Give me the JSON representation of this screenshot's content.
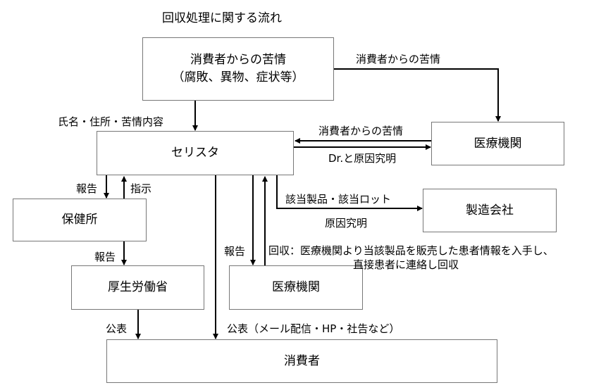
{
  "title": "回収処理に関する流れ",
  "boxes": {
    "complaint": {
      "line1": "消費者からの苦情",
      "line2": "（腐敗、異物、症状等）"
    },
    "selista": "セリスタ",
    "medical_top": "医療機関",
    "manufacturer": "製造会社",
    "health_center": "保健所",
    "mhlw": "厚生労働省",
    "medical_bottom": "医療機関",
    "consumer": "消費者"
  },
  "labels": {
    "complaint_to_medical": "消費者からの苦情",
    "name_address": "氏名・住所・苦情内容",
    "medical_to_selista": "消費者からの苦情",
    "selista_to_medical": "Dr.と原因究明",
    "product_lot": "該当製品・該当ロット",
    "cause": "原因究明",
    "report1": "報告",
    "instruction": "指示",
    "report2": "報告",
    "report3": "報告",
    "recall_line1": "回収：医療機関より当該製品を販売した患者情報を入手し、",
    "recall_line2": "直接患者に連絡し回収",
    "publish1": "公表",
    "publish2": "公表（メール配信・HP・社告など）"
  }
}
